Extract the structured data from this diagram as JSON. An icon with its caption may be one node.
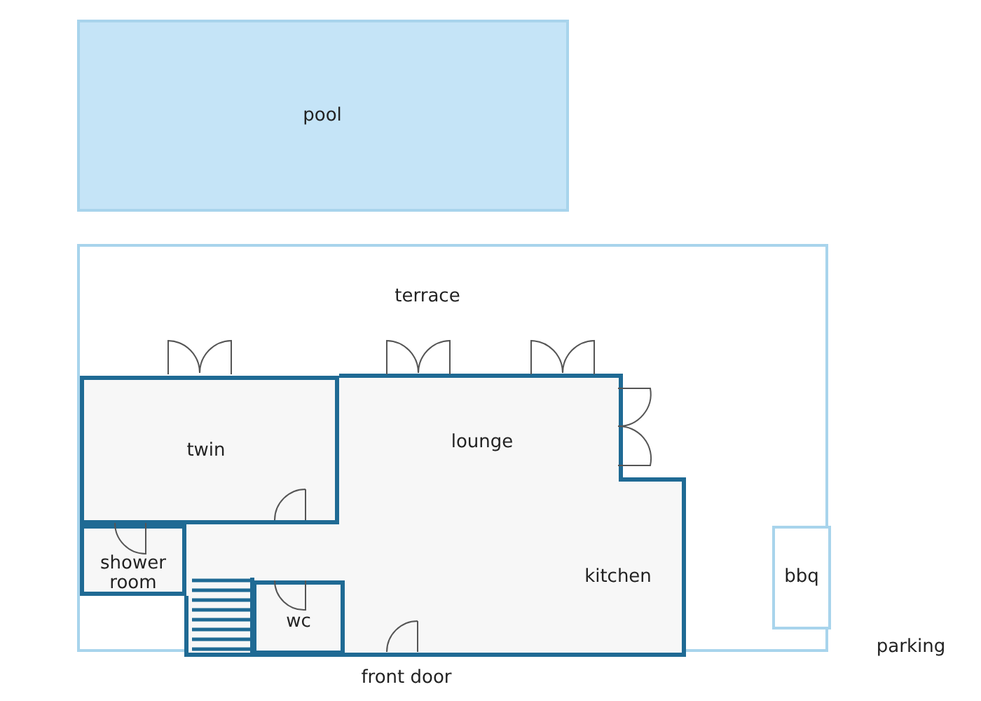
{
  "diagram": {
    "nodes": [
      {
        "text": [
          "pool"
        ]
      },
      {
        "text": [
          "terrace"
        ]
      },
      {
        "text": [
          "twin"
        ],
        "in": 1
      },
      {
        "text": [
          "lounge",
          "kitchen"
        ],
        "in": 1
      },
      {
        "text": [
          "shower room"
        ],
        "in": 1
      },
      {
        "text": [
          "wc"
        ],
        "in": 1
      },
      {
        "text": [
          "bbq"
        ],
        "in": 1
      }
    ],
    "labels": [
      "parking",
      "front door"
    ]
  }
}
